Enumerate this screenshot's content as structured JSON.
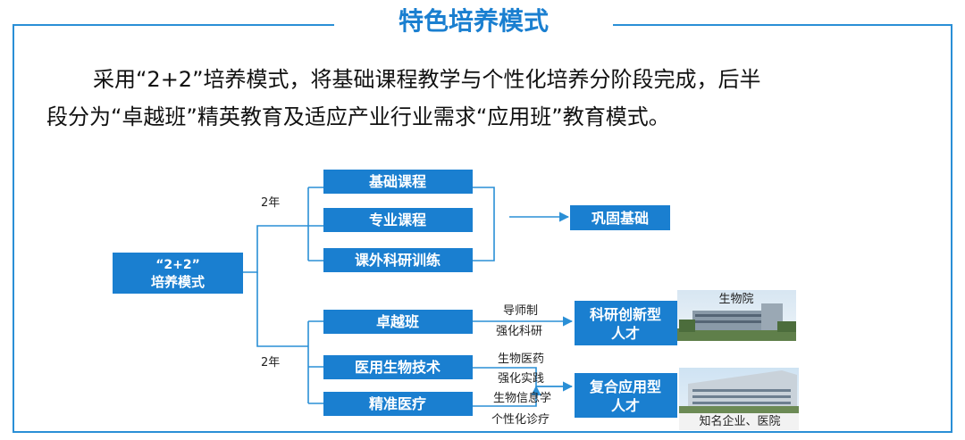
{
  "header": {
    "title": "特色培养模式"
  },
  "intro": {
    "line1": "采用“2+2”培养模式，将基础课程教学与个性化培养分阶段完成，后半",
    "line2": "段分为“卓越班”精英教育及适应产业行业需求“应用班”教育模式。"
  },
  "diagram": {
    "root": {
      "line1": "“2+2”",
      "line2": "培养模式"
    },
    "phase_labels": {
      "first": "2年",
      "second": "2年"
    },
    "first_phase": {
      "courses": [
        "基础课程",
        "专业课程",
        "课外科研训练"
      ],
      "result": "巩固基础"
    },
    "second_phase": {
      "tracks": [
        "卓越班",
        "医用生物技术",
        "精准医疗"
      ],
      "annotations": {
        "track1_a": "导师制",
        "track1_b": "强化科研",
        "track2_a": "生物医药",
        "track2_b": "强化实践",
        "track3_a": "生物信息学",
        "track3_b": "个性化诊疗"
      },
      "outcome1": {
        "line1": "科研创新型",
        "line2": "人才"
      },
      "outcome2": {
        "line1": "复合应用型",
        "line2": "人才"
      },
      "photo1_caption": "生物院",
      "photo2_caption": "知名企业、医院"
    }
  },
  "colors": {
    "box": "#1a7fd0",
    "line": "#2a8fd6",
    "title": "#1a7fd0"
  }
}
